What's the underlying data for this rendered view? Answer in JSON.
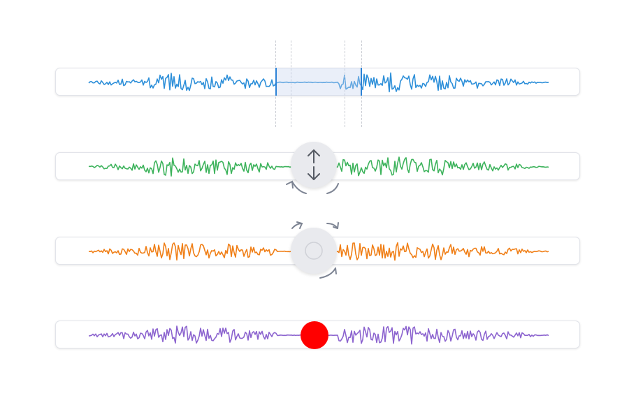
{
  "tracks": [
    {
      "name": "track-blue",
      "color": "#2d8fd9"
    },
    {
      "name": "track-green",
      "color": "#3db35c"
    },
    {
      "name": "track-orange",
      "color": "#f07f17"
    },
    {
      "name": "track-purple",
      "color": "#8c64cf"
    }
  ],
  "colors": {
    "selection": "#c8d4f0",
    "knob": "#e9eaee",
    "record": "#ff0000",
    "arc": "#7d8493"
  },
  "icons": {
    "swap": "up-down-arrows-icon",
    "rotate": "rotate-arrows-icon",
    "record": "record-dot-icon"
  }
}
